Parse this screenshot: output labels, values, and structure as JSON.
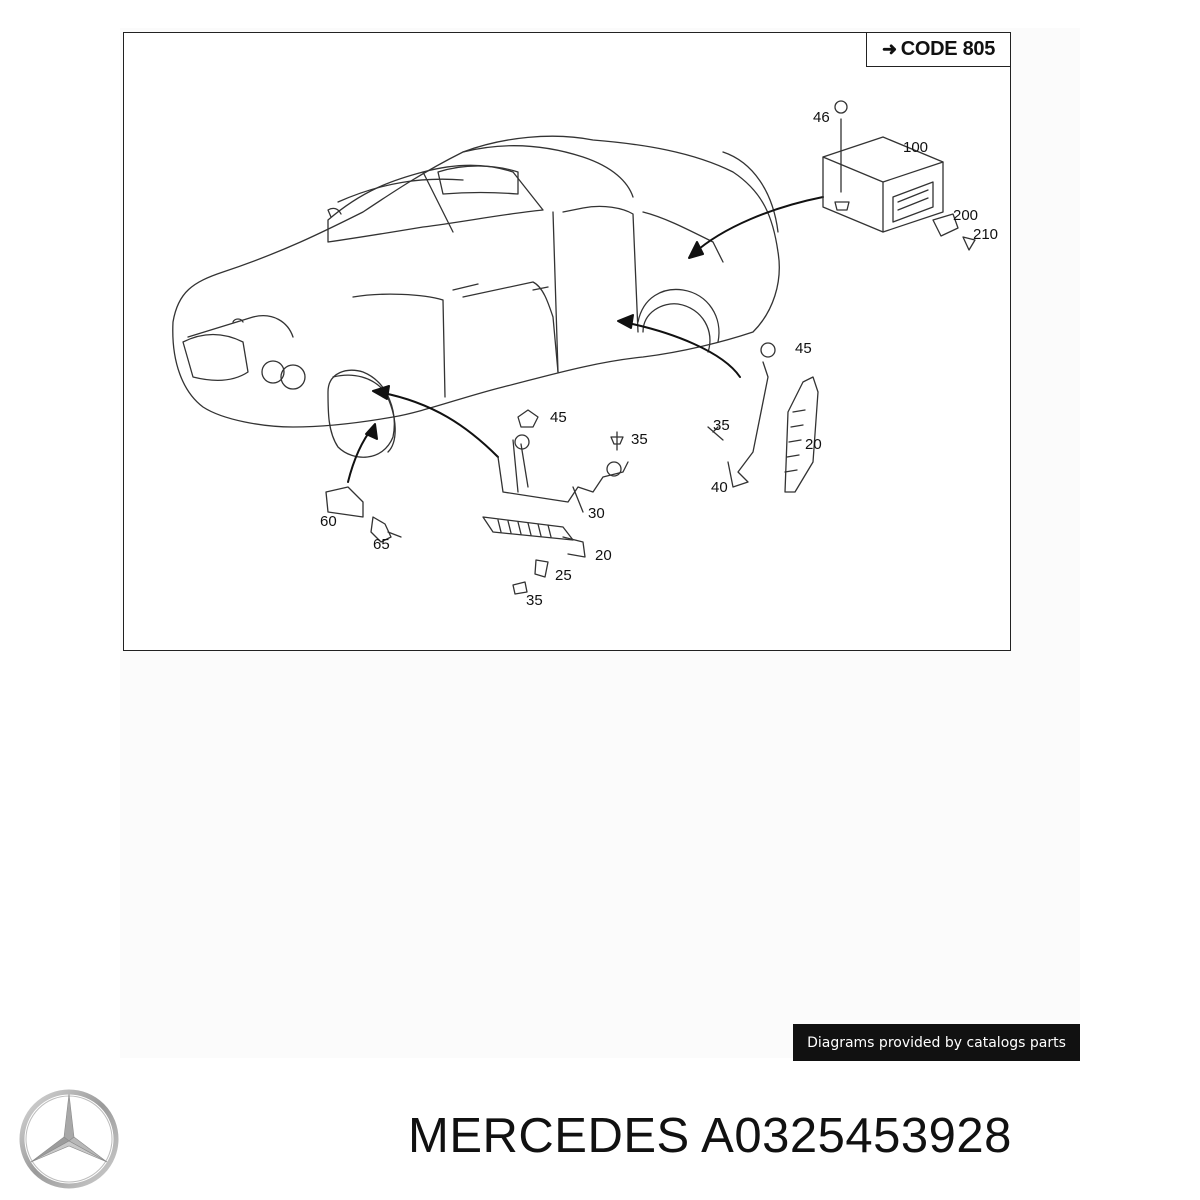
{
  "diagram": {
    "option_code": "CODE 805",
    "callouts": [
      "46",
      "100",
      "200",
      "210",
      "45",
      "35",
      "20",
      "40",
      "45",
      "35",
      "30",
      "20",
      "25",
      "35",
      "60",
      "65"
    ]
  },
  "footer": {
    "credit": "Diagrams provided by catalogs parts",
    "brand": "MERCEDES",
    "part_number": "A0325453928",
    "logo_icon": "mercedes-star-icon"
  }
}
